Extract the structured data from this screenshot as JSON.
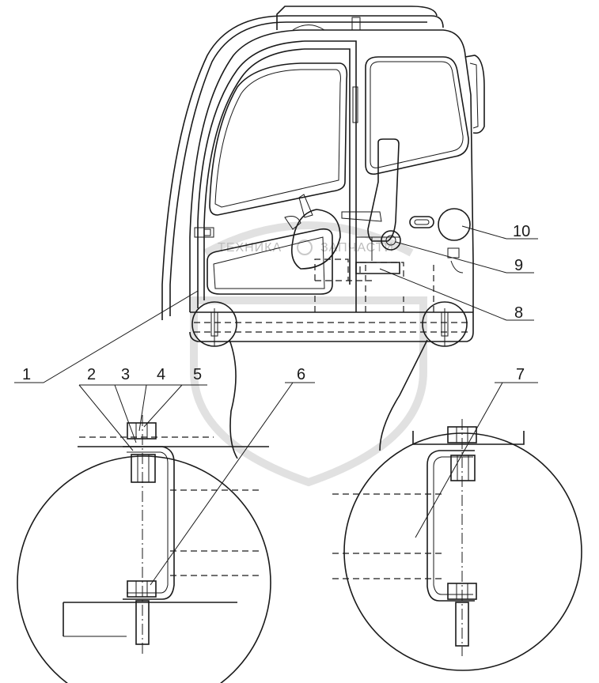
{
  "watermark": {
    "text_left": "ТЕХНИКА",
    "text_right": "ЗАПЧАСТИ",
    "logo_color": "#c9c9c9"
  },
  "callouts": {
    "c1": "1",
    "c2": "2",
    "c3": "3",
    "c4": "4",
    "c5": "5",
    "c6": "6",
    "c7": "7",
    "c8": "8",
    "c9": "9",
    "c10": "10"
  },
  "colors": {
    "line": "#1a1a1a",
    "background": "#ffffff"
  }
}
